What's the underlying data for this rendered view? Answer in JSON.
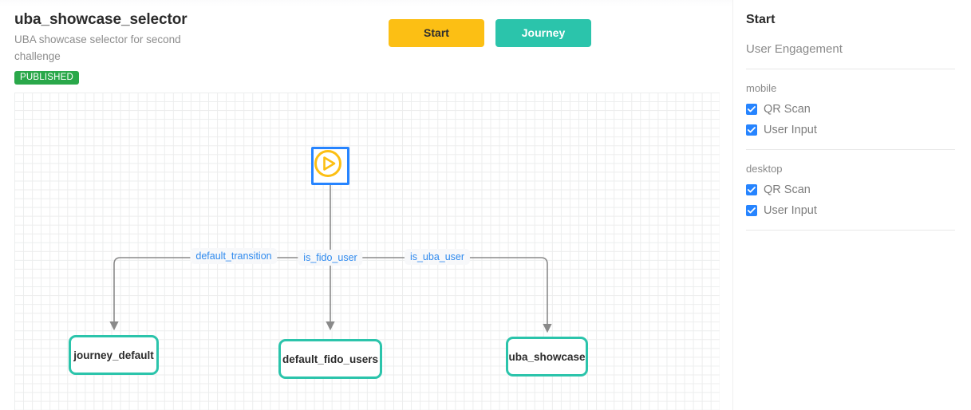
{
  "flow": {
    "title": "uba_showcase_selector",
    "description": "UBA showcase selector for second challenge",
    "status": "PUBLISHED",
    "status_color": "#2aa84a"
  },
  "actions": {
    "start_label": "Start",
    "journey_label": "Journey",
    "start_color": "#fcbf14",
    "journey_color": "#2bc4ab"
  },
  "graph": {
    "start_node": {
      "name": "start-node",
      "icon": "play-icon",
      "border_color": "#2684ff",
      "icon_color": "#fcbf14"
    },
    "nodes": [
      {
        "id": "journey_default",
        "label": "journey_default"
      },
      {
        "id": "default_fido_users",
        "label": "default_fido_users"
      },
      {
        "id": "uba_showcase",
        "label": "uba_showcase"
      }
    ],
    "edges": [
      {
        "label": "default_transition",
        "target": "journey_default"
      },
      {
        "label": "is_fido_user",
        "target": "default_fido_users"
      },
      {
        "label": "is_uba_user",
        "target": "uba_showcase"
      }
    ],
    "node_border_color": "#2bc4ab",
    "edge_label_color": "#2f8aee",
    "connector_color": "#8a8a8a"
  },
  "inspector": {
    "title": "Start",
    "subtitle": "User Engagement",
    "groups": [
      {
        "label": "mobile",
        "options": [
          {
            "label": "QR Scan",
            "checked": true
          },
          {
            "label": "User Input",
            "checked": true
          }
        ]
      },
      {
        "label": "desktop",
        "options": [
          {
            "label": "QR Scan",
            "checked": true
          },
          {
            "label": "User Input",
            "checked": true
          }
        ]
      }
    ],
    "checkbox_color": "#2684ff"
  }
}
